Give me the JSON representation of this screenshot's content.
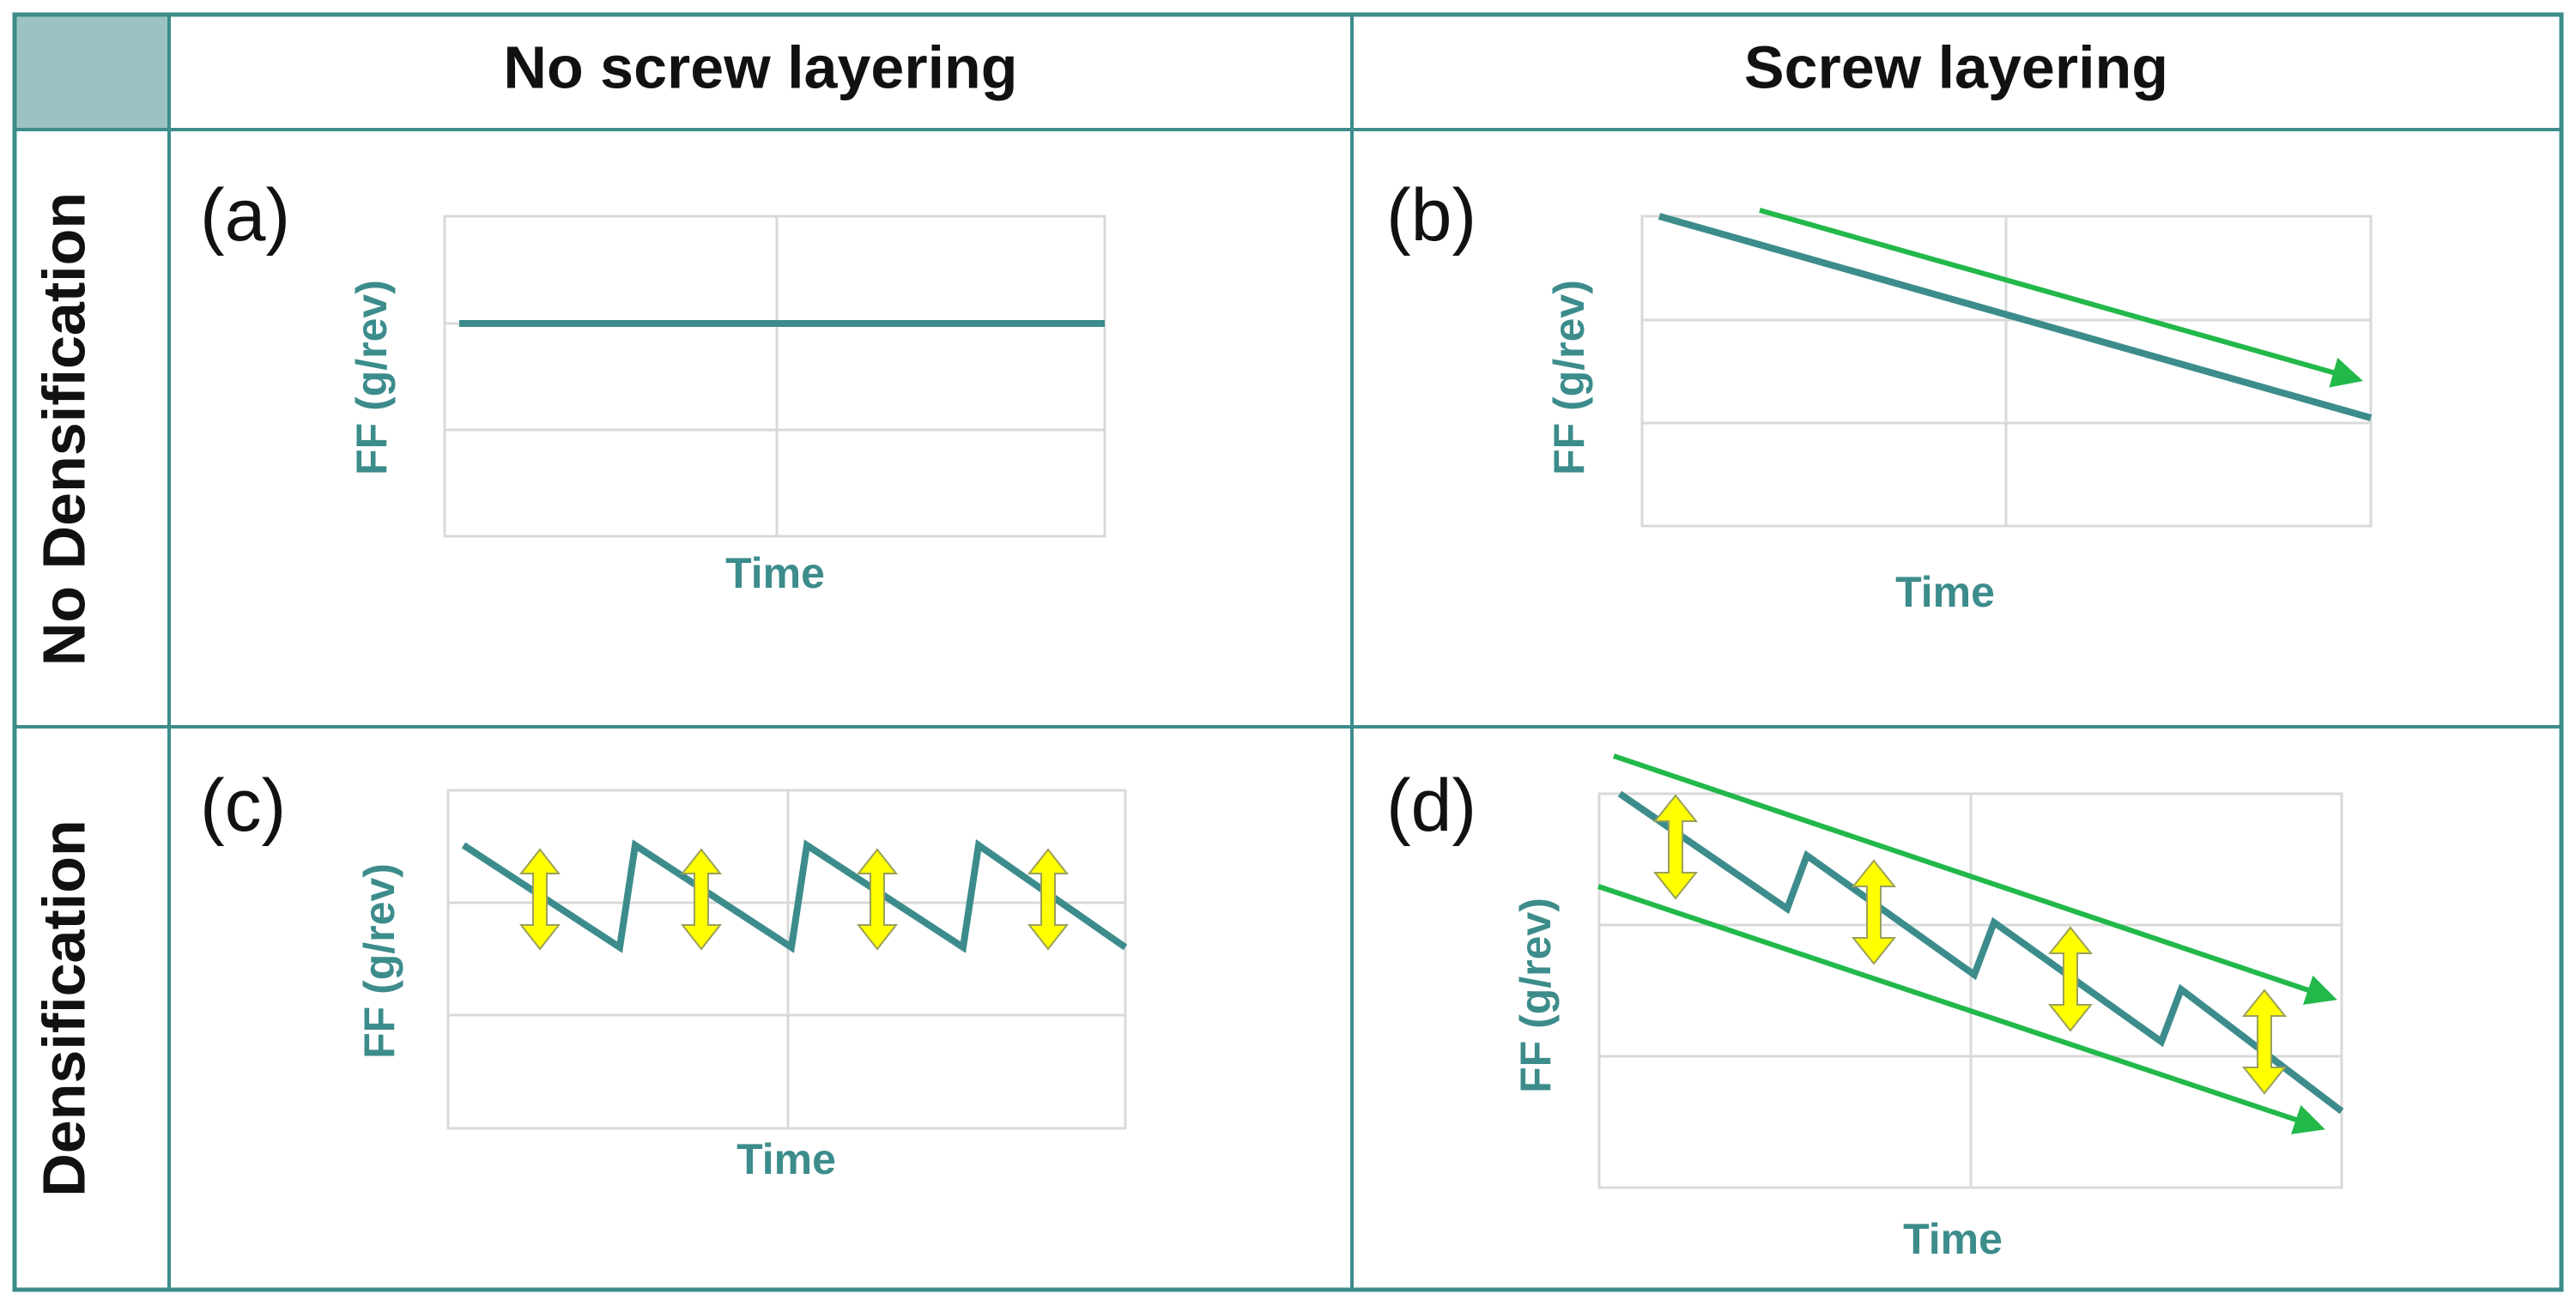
{
  "colors": {
    "grid_border": "#3d8c8c",
    "corner_fill": "#9cc3c3",
    "series_line": "#3d8c8c",
    "trend_arrow": "#22b84a",
    "oscillation_arrow": "#ffff00",
    "oscillation_arrow_outline": "#9aa05a",
    "plot_gridline": "#d9d9d9"
  },
  "columns": [
    "No screw layering",
    "Screw layering"
  ],
  "rows": [
    "No Densification",
    "Densification"
  ],
  "panels": [
    {
      "id": "a",
      "label": "(a)",
      "xlabel": "Time",
      "ylabel": "FF (g/rev)",
      "trend": "constant",
      "trend_arrows": 0,
      "oscillation_arrows": 0
    },
    {
      "id": "b",
      "label": "(b)",
      "xlabel": "Time",
      "ylabel": "FF (g/rev)",
      "trend": "decreasing",
      "trend_arrows": 1,
      "oscillation_arrows": 0
    },
    {
      "id": "c",
      "label": "(c)",
      "xlabel": "Time",
      "ylabel": "FF (g/rev)",
      "trend": "sawtooth",
      "sawtooth_teeth": 4,
      "trend_arrows": 0,
      "oscillation_arrows": 4
    },
    {
      "id": "d",
      "label": "(d)",
      "xlabel": "Time",
      "ylabel": "FF (g/rev)",
      "trend": "decreasing sawtooth",
      "sawtooth_teeth": 4,
      "trend_arrows": 2,
      "oscillation_arrows": 4
    }
  ]
}
